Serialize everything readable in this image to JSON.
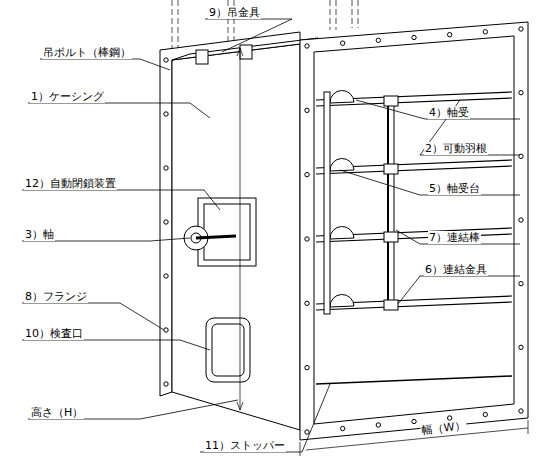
{
  "diagram": {
    "labels": [
      "9）吊金具",
      "吊ボルト（棒鋼）",
      "1）ケーシング",
      "12）自動閉鎖装置",
      "3）軸",
      "8）フランジ",
      "10）検査口",
      "高さ（H）",
      "11）ストッパー",
      "4）軸受",
      "2）可動羽根",
      "5）軸受台",
      "7）連結棒",
      "6）連結金具",
      "幅（W）"
    ]
  }
}
